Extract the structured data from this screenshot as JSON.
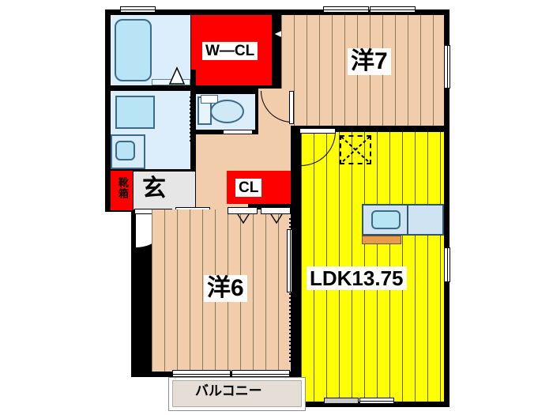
{
  "plan": {
    "type": "floor-plan",
    "background": "#ffffff",
    "palette": {
      "wall": "#000000",
      "wood_floor": "#f2cdab",
      "ldk_floor": "#ffff00",
      "closet_fill": "#ff0000",
      "water_room": "#dceefb",
      "balcony": "#e4ded6",
      "entry_tile": "#e6e6e6",
      "fixture_blue": "#b9e4f5",
      "counter_blue": "#cfe3f3",
      "kitchen_trim": "#e89b4c"
    },
    "rooms": [
      {
        "id": "wcl",
        "label": "W—CL",
        "kind": "walk-in-closet",
        "fill": "#ff0000"
      },
      {
        "id": "yo7",
        "label": "洋7",
        "kind": "western-room",
        "size": "7",
        "fill": "#f2cdab"
      },
      {
        "id": "yo6",
        "label": "洋6",
        "kind": "western-room",
        "size": "6",
        "fill": "#f2cdab"
      },
      {
        "id": "ldk",
        "label": "LDK13.75",
        "kind": "living-dining-kitchen",
        "size": "13.75",
        "fill": "#ffff00"
      },
      {
        "id": "cl",
        "label": "CL",
        "kind": "closet",
        "fill": "#ff0000"
      },
      {
        "id": "genkan",
        "label": "玄",
        "kind": "entrance",
        "fill": "#e6e6e6"
      },
      {
        "id": "kutsubako",
        "label": "靴箱",
        "kind": "shoe-cabinet",
        "fill": "#ff0000"
      },
      {
        "id": "balcony",
        "label": "バルコニー",
        "kind": "balcony",
        "fill": "#e4ded6"
      },
      {
        "id": "bath",
        "label": "",
        "kind": "bathroom",
        "fill": "#dceefb"
      },
      {
        "id": "washroom",
        "label": "",
        "kind": "washroom",
        "fill": "#dceefb"
      },
      {
        "id": "toilet",
        "label": "",
        "kind": "toilet",
        "fill": "#dceefb"
      },
      {
        "id": "hall",
        "label": "",
        "kind": "hallway",
        "fill": "#f2cdab"
      }
    ],
    "fixtures": [
      {
        "id": "bathtub",
        "name": "bathtub"
      },
      {
        "id": "washer-space",
        "name": "washing-machine-space"
      },
      {
        "id": "vanity-sink",
        "name": "vanity-sink"
      },
      {
        "id": "toilet-bowl",
        "name": "toilet"
      },
      {
        "id": "toilet-tank",
        "name": "toilet-tank"
      },
      {
        "id": "kitchen-counter",
        "name": "kitchen-counter"
      },
      {
        "id": "kitchen-sink",
        "name": "kitchen-sink"
      },
      {
        "id": "kitchen-front",
        "name": "kitchen-cabinet-front"
      },
      {
        "id": "pillar-mark",
        "name": "dashed-square-marker"
      }
    ]
  }
}
